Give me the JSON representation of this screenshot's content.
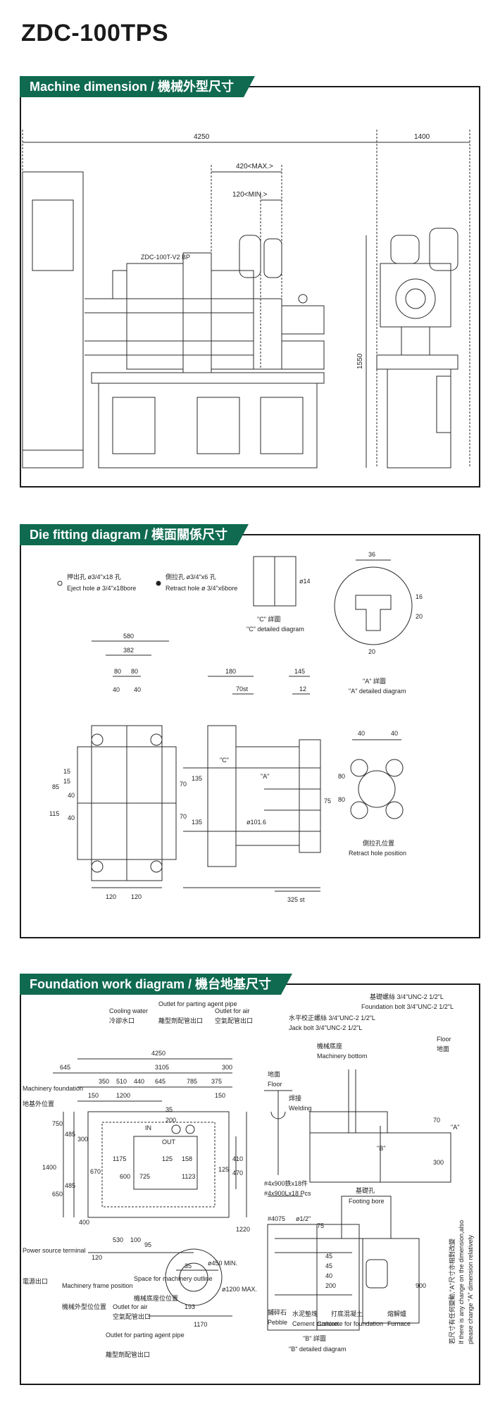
{
  "title": "ZDC-100TPS",
  "sections": {
    "machine": {
      "heading": "Machine dimension / 機械外型尺寸",
      "dims": {
        "length": "4250",
        "width": "1400",
        "max": "420<MAX.>",
        "min": "120<MIN.>",
        "height": "1550",
        "model": "ZDC-100T-V2 BP"
      }
    },
    "die": {
      "heading": "Die fitting diagram / 模面關係尺寸",
      "eject": {
        "cn": "押出孔 ø3/4\"x18 孔",
        "en": "Eject hole ø 3/4\"x18bore"
      },
      "retract": {
        "cn": "側拉孔 ø3/4\"x6 孔",
        "en": "Retract hole ø 3/4\"x6bore"
      },
      "c_detail": {
        "cn": "\"C\" 詳圖",
        "en": "\"C\" detailed diagram",
        "d": "ø14"
      },
      "a_detail": {
        "cn": "\"A\" 詳圖",
        "en": "\"A\" detailed diagram",
        "w": "36",
        "h1": "16",
        "h2": "20",
        "b": "20"
      },
      "retract_pos": {
        "cn": "側拉孔位置",
        "en": "Retract hole position",
        "w1": "40",
        "w2": "40",
        "h1": "80",
        "h2": "80"
      },
      "platen": {
        "w580": "580",
        "w382": "382",
        "w80a": "80",
        "w80b": "80",
        "w40a": "40",
        "w40b": "40",
        "l15a": "15",
        "l15b": "15",
        "l85": "85",
        "l115": "115",
        "l40a": "40",
        "l40b": "40",
        "r70a": "70",
        "r70b": "70",
        "r135a": "135",
        "r135b": "135",
        "b120a": "120",
        "b120b": "120"
      },
      "side": {
        "d180": "180",
        "d70": "70st",
        "d145": "145",
        "d12": "12",
        "d101": "ø101.6",
        "d75": "75",
        "d325": "325 st",
        "a": "\"A\"",
        "c": "\"C\""
      }
    },
    "foundation": {
      "heading": "Foundation work diagram / 機台地基尺寸",
      "labels": {
        "cooling_en": "Cooling water",
        "cooling_cn": "冷卻水口",
        "parting_en": "Outlet for parting agent pipe",
        "parting_cn": "離型劑配管出口",
        "air_en": "Outlet for air",
        "air_cn": "空氣配管出口",
        "mach_found_en": "Machinery foundation",
        "mach_found_cn": "地基外位置",
        "power_en": "Power source terminal",
        "power_cn": "電源出口",
        "frame_en": "Machinery frame position",
        "frame_cn": "機械外型位位置",
        "outline_en": "Space for machinery outline",
        "outline_cn": "機械底座位位置",
        "air2_en": "Outlet for air",
        "air2_cn": "空氣配管出口",
        "parting2_en": "Outlet for parting agent pipe",
        "parting2_cn": "離型劑配管出口",
        "in": "IN",
        "out": "OUT"
      },
      "dims": {
        "d4250": "4250",
        "d645": "645",
        "d3105": "3105",
        "d300": "300",
        "d350": "350",
        "d510": "510",
        "d440": "440",
        "d645b": "645",
        "d785": "785",
        "d375": "375",
        "d150": "150",
        "d1200": "1200",
        "d35": "35",
        "d200": "200",
        "d150b": "150",
        "d750": "750",
        "d485": "485",
        "d1400": "1400",
        "d650": "650",
        "d485b": "485",
        "d300b": "300",
        "d670": "670",
        "d1175": "1175",
        "d125": "125",
        "d158": "158",
        "d600": "600",
        "d725": "725",
        "d1123": "1123",
        "d410": "410",
        "d470": "470",
        "d125b": "125",
        "d400": "400",
        "d120": "120",
        "d530": "530",
        "d100": "100",
        "d95": "95",
        "d1220": "1220",
        "d35b": "35",
        "d193": "193",
        "d1170": "1170",
        "d_min": "ø450 MIN.",
        "d_max": "ø1200 MAX."
      },
      "bolt": {
        "found_cn": "基礎螺絲 3/4\"UNC-2 1/2\"L",
        "found_en": "Foundation bolt 3/4\"UNC-2 1/2\"L",
        "jack_cn": "水平校正螺絲 3/4\"UNC-2 1/2\"L",
        "jack_en": "Jack bolt 3/4\"UNC-2 1/2\"L",
        "bottom_cn": "機械底座",
        "bottom_en": "Machinery bottom",
        "floor_en": "Floor",
        "floor_cn": "地面",
        "b": "\"B\"",
        "a": "\"A\"",
        "d70": "70",
        "d300": "300"
      },
      "weld": {
        "floor_cn": "地面",
        "floor_en": "Floor",
        "weld_cn": "焊接",
        "weld_en": "Welding",
        "pcs_cn": "#4x900鉄x18件",
        "pcs_en": "#4x900Lx18 Pcs",
        "bore_cn": "基礎孔",
        "bore_en": "Footing bore"
      },
      "b_detail": {
        "d4075": "#4075",
        "d12": "ø1/2\"",
        "d75": "75",
        "pebble_cn": "鋪碎石",
        "pebble_en": "Pebble",
        "cement_cn": "水泥墊塊",
        "cement_en": "Cement cushion",
        "conc_cn": "打底混凝土",
        "conc_en": "Concrete for foundation",
        "d45a": "45",
        "d45b": "45",
        "d40": "40",
        "d200": "200",
        "cn": "\"B\" 詳圖",
        "en": "\"B\" detailed diagram",
        "furnace_cn": "熔解爐",
        "furnace_en": "Furnace",
        "d900": "900"
      },
      "note_cn": "若尺寸有任何變動,\"A\"尺寸亦相對改變",
      "note_en1": "If there is any change on the dimension,also",
      "note_en2": "please change \"A\" dimension relatively"
    }
  },
  "colors": {
    "tab": "#0f6a4f",
    "ink": "#222222"
  }
}
